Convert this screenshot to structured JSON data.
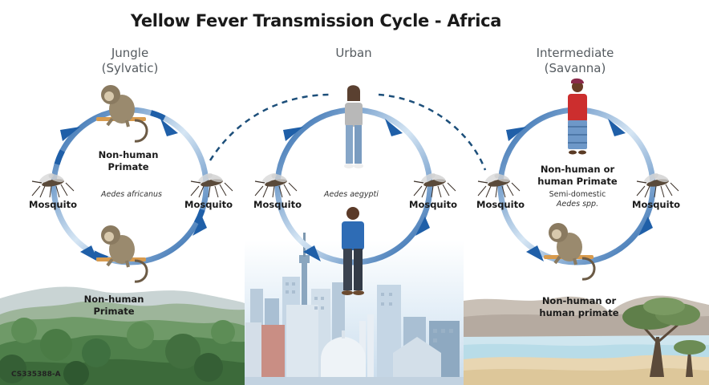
{
  "title": "Yellow Fever Transmission Cycle - Africa",
  "panels": {
    "jungle": {
      "title_line1": "Jungle",
      "title_line2": "(Sylvatic)",
      "top_host_line1": "Non-human",
      "top_host_line2": "Primate",
      "bottom_host_line1": "Non-human",
      "bottom_host_line2": "Primate",
      "left_vector": "Mosquito",
      "right_vector": "Mosquito",
      "species": "Aedes africanus"
    },
    "urban": {
      "title": "Urban",
      "left_vector": "Mosquito",
      "right_vector": "Mosquito",
      "species": "Aedes aegypti"
    },
    "savanna": {
      "title_line1": "Intermediate",
      "title_line2": "(Savanna)",
      "top_host_line1": "Non-human or",
      "top_host_line2": "human Primate",
      "bottom_host_line1": "Non-human or",
      "bottom_host_line2": "human primate",
      "left_vector": "Mosquito",
      "right_vector": "Mosquito",
      "species_line1": "Semi-domestic",
      "species_line2": "Aedes spp."
    }
  },
  "figure_code": "CS335388-A",
  "colors": {
    "arrow_dark": "#1f5fa8",
    "arrow_light": "#cfe2f3",
    "dashed_connector": "#1d4f7a"
  }
}
